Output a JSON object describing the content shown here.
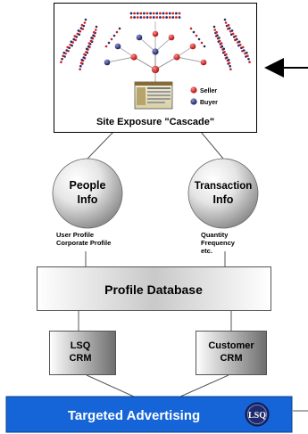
{
  "cascade": {
    "title": "Site Exposure \"Cascade\"",
    "legend": [
      {
        "label": "Seller",
        "color": "#d21f1f"
      },
      {
        "label": "Buyer",
        "color": "#232a6a"
      }
    ]
  },
  "people": {
    "line1": "People",
    "line2": "Info",
    "details": [
      "User Profile",
      "Corporate Profile"
    ]
  },
  "transaction": {
    "line1": "Transaction",
    "line2": "Info",
    "details": [
      "Quantity",
      "Frequency",
      "etc."
    ]
  },
  "profile_db": {
    "label": "Profile Database"
  },
  "lsq_crm": {
    "line1": "LSQ",
    "line2": "CRM"
  },
  "customer_crm": {
    "line1": "Customer",
    "line2": "CRM"
  },
  "targeted": {
    "label": "Targeted Advertising",
    "logo": "LSQ"
  },
  "colors": {
    "ad_blue": "#1565d8",
    "seller": "#d21f1f",
    "buyer": "#232a6a"
  }
}
